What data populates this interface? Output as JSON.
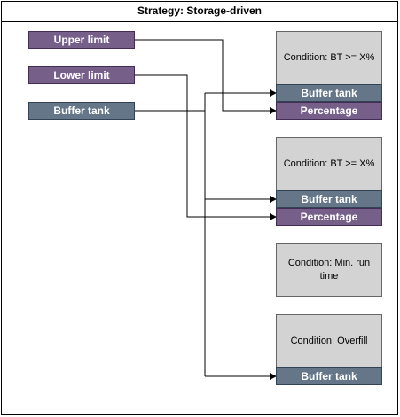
{
  "title": "Strategy: Storage-driven",
  "inputs": {
    "upper_limit": "Upper limit",
    "lower_limit": "Lower limit",
    "buffer_tank": "Buffer tank"
  },
  "conditions": [
    {
      "label": "Condition: BT >= X%",
      "slots": [
        "Buffer tank",
        "Percentage"
      ]
    },
    {
      "label": "Condition: BT >= X%",
      "slots": [
        "Buffer tank",
        "Percentage"
      ]
    },
    {
      "label": "Condition: Min. run time",
      "slots": []
    },
    {
      "label": "Condition: Overfill",
      "slots": [
        "Buffer tank"
      ]
    }
  ],
  "colors": {
    "purple": "#76608a",
    "slate": "#647687",
    "condition": "#d3d3d3"
  }
}
